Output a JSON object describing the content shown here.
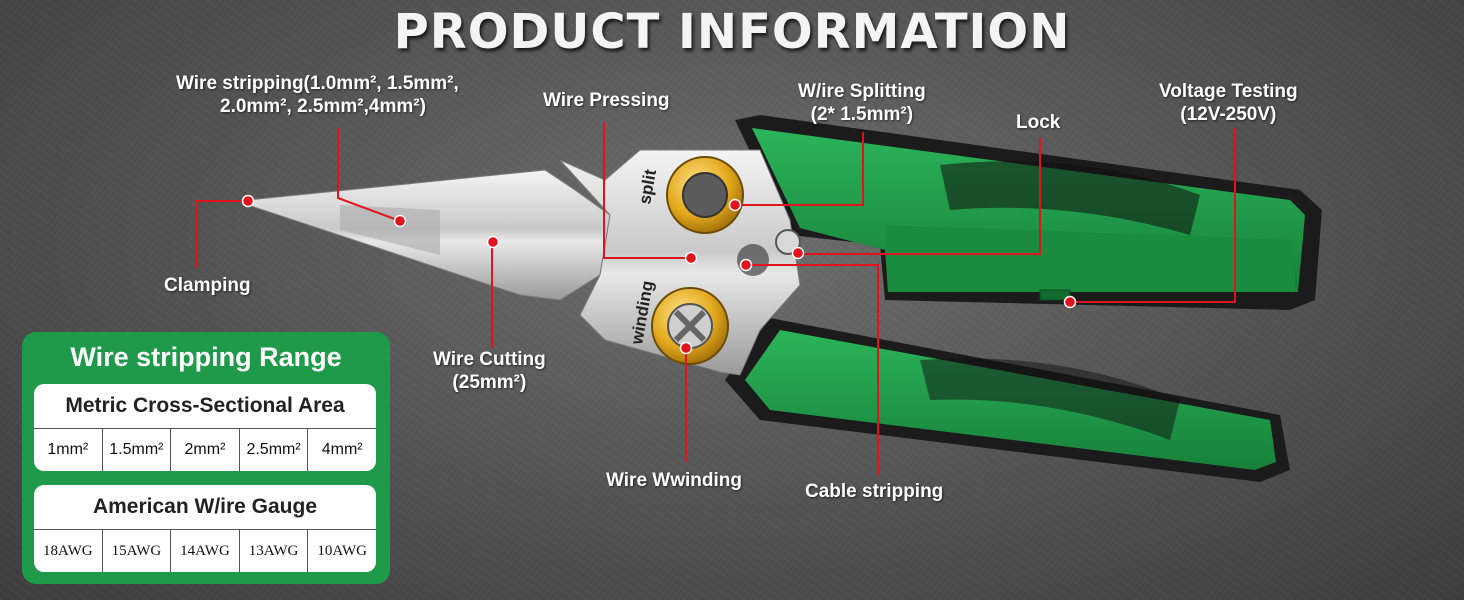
{
  "title": "PRODUCT INFORMATION",
  "labels": {
    "wire_stripping_line1": "Wire stripping(1.0mm², 1.5mm²,",
    "wire_stripping_line2": "2.0mm²,  2.5mm²,4mm²)",
    "wire_pressing": "Wire Pressing",
    "wire_splitting_line1": "W/ire Splitting",
    "wire_splitting_line2": "(2* 1.5mm²)",
    "lock": "Lock",
    "voltage_testing_line1": "Voltage Testing",
    "voltage_testing_line2": "(12V-250V)",
    "clamping": "Clamping",
    "wire_cutting_line1": "Wire Cutting",
    "wire_cutting_line2": "(25mm²)",
    "wire_winding": "Wire Wwinding",
    "cable_stripping": "Cable stripping"
  },
  "tool_marks": {
    "split": "split",
    "winding": "winding"
  },
  "range_panel": {
    "title": "Wire stripping Range",
    "metric": {
      "heading": "Metric Cross-Sectional Area",
      "values": [
        "1mm²",
        "1.5mm²",
        "2mm²",
        "2.5mm²",
        "4mm²"
      ]
    },
    "awg": {
      "heading": "American W/ire Gauge",
      "values": [
        "18AWG",
        "15AWG",
        "14AWG",
        "13AWG",
        "10AWG"
      ]
    }
  },
  "colors": {
    "accent_green": "#1e9a4a",
    "handle_green": "#1f9a45",
    "callout_red": "#e0141e",
    "ring_gold": "#e3a91c"
  }
}
